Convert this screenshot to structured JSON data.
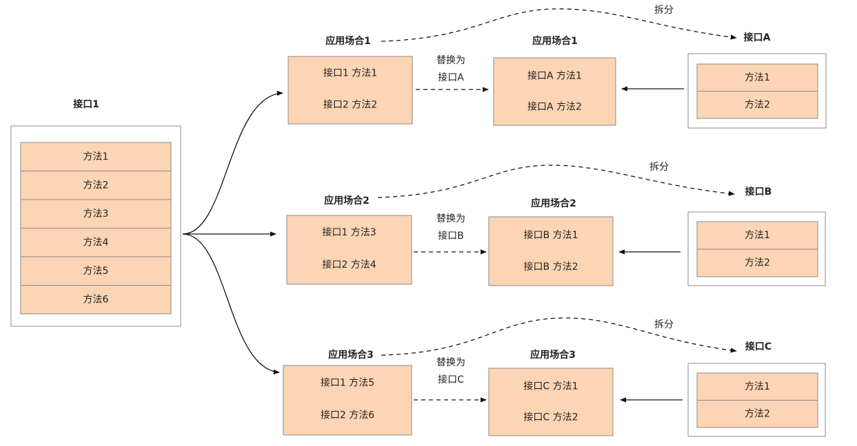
{
  "colors": {
    "fill": "#fcd5b4",
    "stroke": "#8a8a8a",
    "line": "#111111"
  },
  "source_interface": {
    "title": "接口1",
    "methods": [
      "方法1",
      "方法2",
      "方法3",
      "方法4",
      "方法5",
      "方法6"
    ]
  },
  "scenarios": [
    {
      "title": "应用场合1",
      "before": [
        "接口1 方法1",
        "接口2 方法2"
      ],
      "replace_label": [
        "替换为",
        "接口A"
      ],
      "after_title": "应用场合1",
      "after": [
        "接口A 方法1",
        "接口A 方法2"
      ],
      "split_label": "拆分",
      "interface_title": "接口A",
      "interface_methods": [
        "方法1",
        "方法2"
      ]
    },
    {
      "title": "应用场合2",
      "before": [
        "接口1 方法3",
        "接口2 方法4"
      ],
      "replace_label": [
        "替换为",
        "接口B"
      ],
      "after_title": "应用场合2",
      "after": [
        "接口B 方法1",
        "接口B 方法2"
      ],
      "split_label": "拆分",
      "interface_title": "接口B",
      "interface_methods": [
        "方法1",
        "方法2"
      ]
    },
    {
      "title": "应用场合3",
      "before": [
        "接口1 方法5",
        "接口2 方法6"
      ],
      "replace_label": [
        "替换为",
        "接口C"
      ],
      "after_title": "应用场合3",
      "after": [
        "接口C 方法1",
        "接口C 方法2"
      ],
      "split_label": "拆分",
      "interface_title": "接口C",
      "interface_methods": [
        "方法1",
        "方法2"
      ]
    }
  ]
}
